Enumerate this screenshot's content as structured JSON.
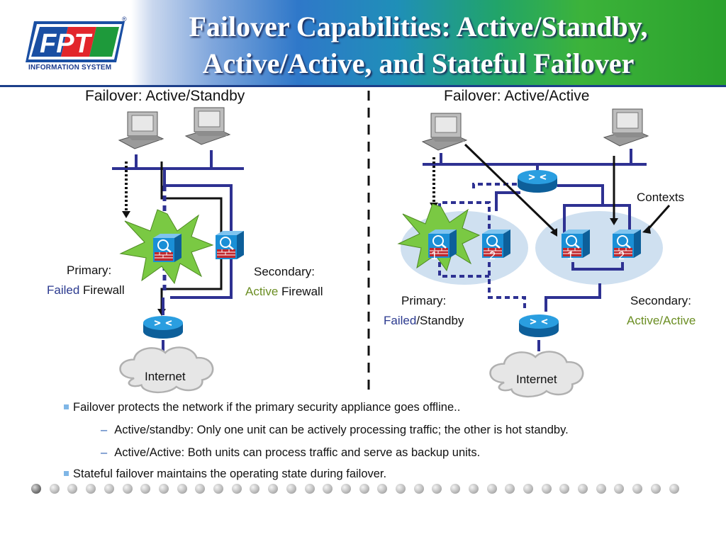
{
  "header": {
    "logo_text": "INFORMATION SYSTEM",
    "logo_letters": "FPT",
    "registered_mark": "®",
    "title_line1": "Failover Capabilities: Active/Standby,",
    "title_line2": "Active/Active, and Stateful Failover"
  },
  "left_panel": {
    "heading": "Failover: Active/Standby",
    "primary_label": "Primary:",
    "primary_state": "Failed",
    "primary_suffix": " Firewall",
    "secondary_label": "Secondary:",
    "secondary_state": "Active",
    "secondary_suffix": " Firewall",
    "cloud_label": "Internet"
  },
  "right_panel": {
    "heading": "Failover: Active/Active",
    "contexts_label": "Contexts",
    "primary_label": "Primary:",
    "primary_state": "Failed",
    "primary_suffix": "/Standby",
    "secondary_label": "Secondary:",
    "secondary_state": "Active/Active",
    "cloud_label": "Internet",
    "context_numbers": [
      "1",
      "2",
      "1",
      "2"
    ]
  },
  "bullets": {
    "b1": "Failover protects the network if the primary security appliance goes offline..",
    "sub1": "Active/standby: Only one unit can be actively processing traffic; the other is hot standby.",
    "sub2": "Active/Active: Both units can process traffic and serve as backup units.",
    "b2": "Stateful failover maintains the operating state during failover.",
    "sub_marker": "–"
  },
  "colors": {
    "header_line": "#1c3f8a",
    "network_line": "#2e3192",
    "failed_text": "#2b3a8f",
    "active_text": "#6b8e23",
    "starburst": "#7ac943",
    "context_bubble": "#cfe0f0",
    "firewall_blue": "#1a8fd6"
  },
  "icons": [
    "workstation-icon",
    "firewall-icon",
    "router-icon",
    "cloud-icon",
    "starburst-icon",
    "slide-dot-icon"
  ]
}
